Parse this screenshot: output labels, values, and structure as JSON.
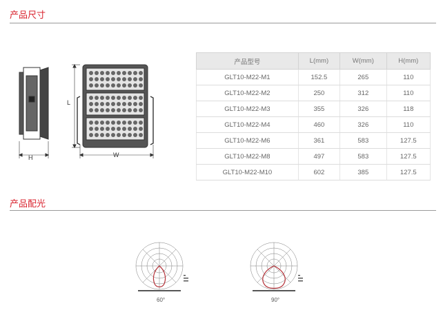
{
  "sections": {
    "dimensions_title": "产品尺寸",
    "light_title": "产品配光"
  },
  "drawing": {
    "label_h": "H",
    "label_l": "L",
    "label_w": "W"
  },
  "table": {
    "headers": [
      "产品型号",
      "L(mm)",
      "W(mm)",
      "H(mm)"
    ],
    "rows": [
      [
        "GLT10-M22-M1",
        "152.5",
        "265",
        "110"
      ],
      [
        "GLT10-M22-M2",
        "250",
        "312",
        "110"
      ],
      [
        "GLT10-M22-M3",
        "355",
        "326",
        "118"
      ],
      [
        "GLT10-M22-M4",
        "460",
        "326",
        "110"
      ],
      [
        "GLT10-M22-M6",
        "361",
        "583",
        "127.5"
      ],
      [
        "GLT10-M22-M8",
        "497",
        "583",
        "127.5"
      ],
      [
        "GLT10-M22-M10",
        "602",
        "385",
        "127.5"
      ]
    ]
  },
  "polar": {
    "beam_angles": [
      "60°",
      "90°"
    ],
    "colors": {
      "curve": "#b5333a",
      "grid": "#7a7a7a"
    }
  }
}
